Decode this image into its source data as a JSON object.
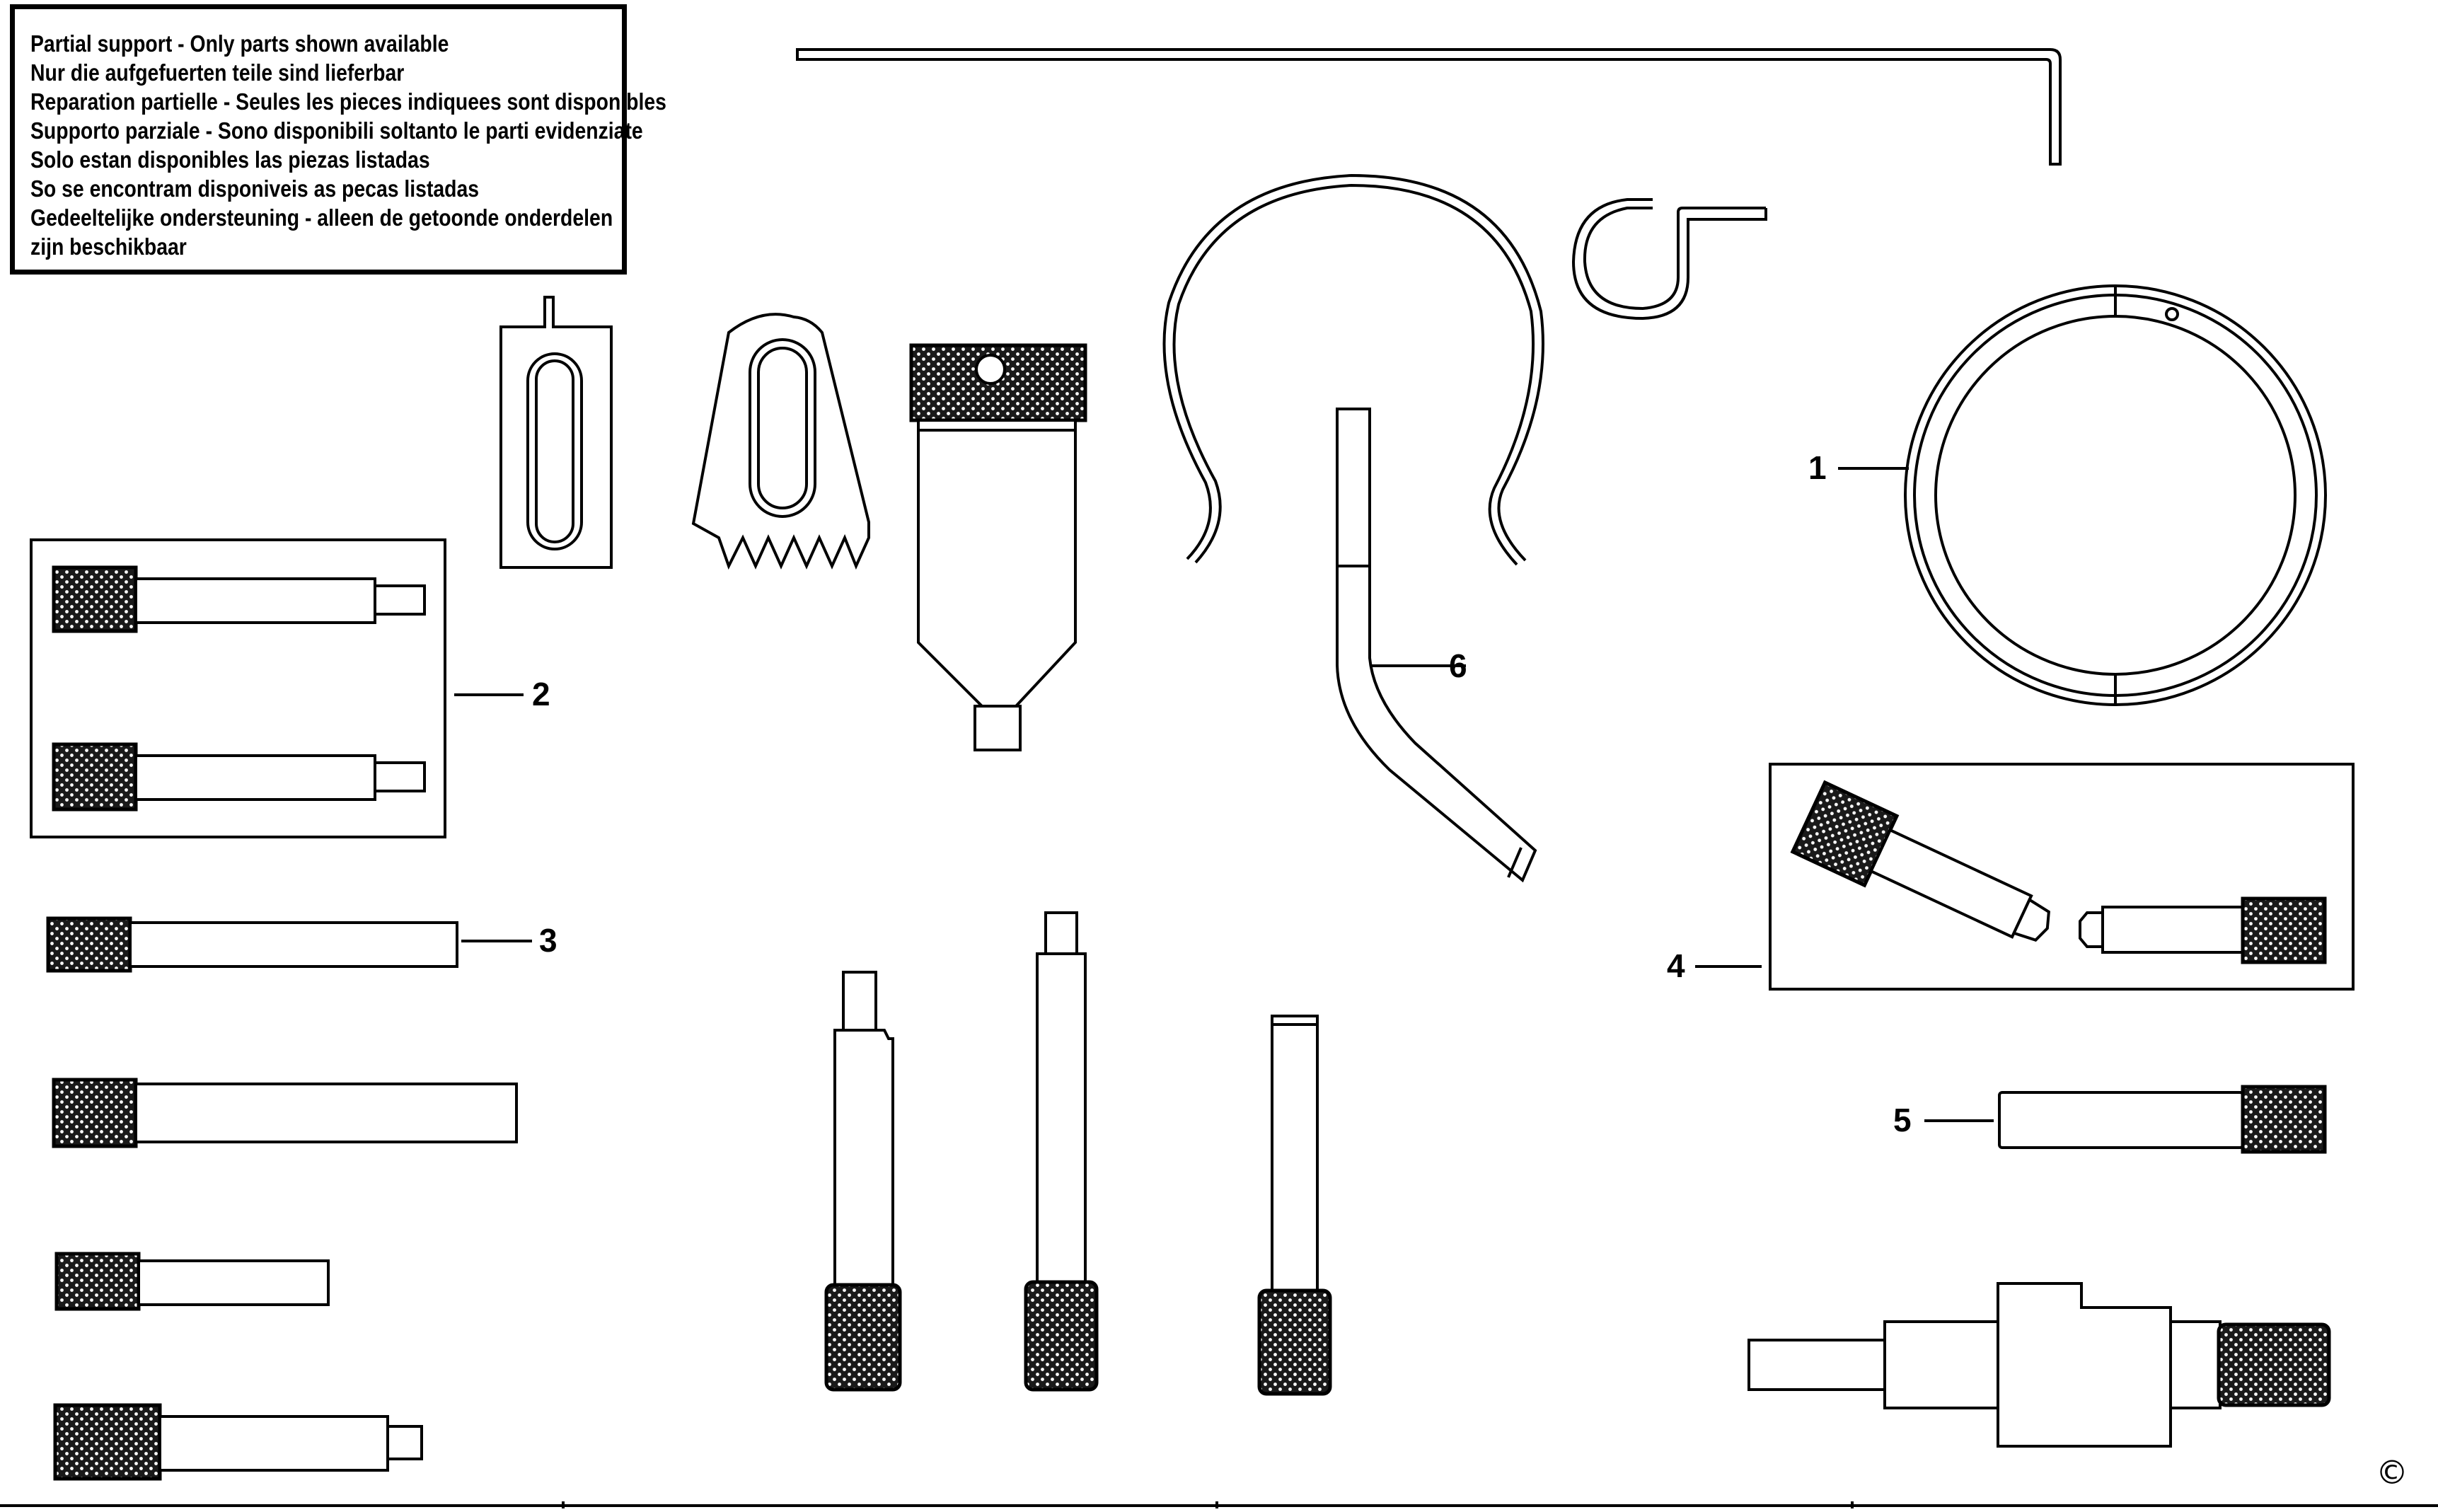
{
  "notice": {
    "lines": [
      "Partial support - Only parts shown available",
      "Nur die aufgefuerten teile sind lieferbar",
      "Reparation partielle - Seules les pieces indiquees sont disponibles",
      "Supporto parziale - Sono disponibili soltanto le parti evidenziate",
      "Solo estan disponibles las piezas listadas",
      "So se encontram disponiveis as pecas listadas",
      "Gedeeltelijke ondersteuning - alleen de getoonde onderdelen",
      "zijn beschikbaar"
    ]
  },
  "callouts": [
    "1",
    "2",
    "3",
    "4",
    "5",
    "6"
  ],
  "copyright": "©"
}
